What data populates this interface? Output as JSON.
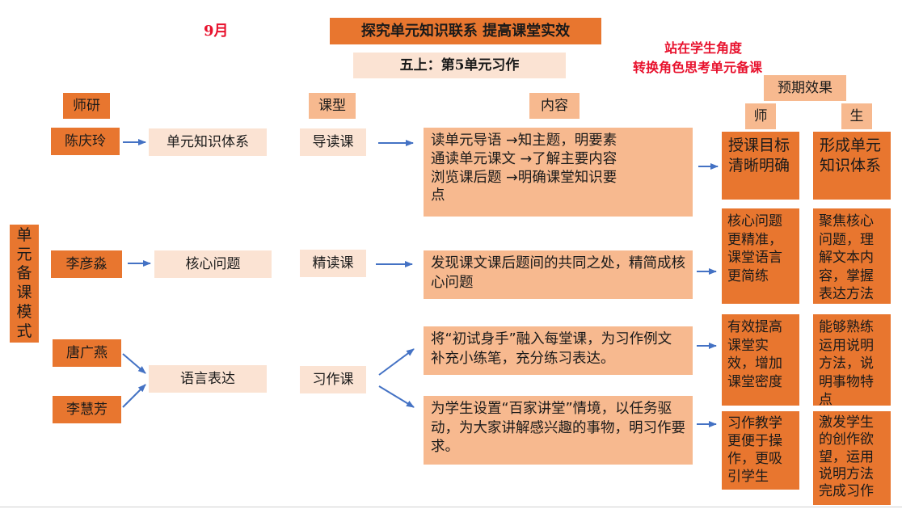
{
  "header": {
    "month": "9月",
    "title": "探究单元知识联系 提高课堂实效",
    "subtitle": "五上：第5单元习作",
    "slogan_line1": "站在学生角度",
    "slogan_line2": "转换角色思考单元备课"
  },
  "column_headers": {
    "teacher_research": "师研",
    "lesson_type": "课型",
    "content": "内容",
    "expected_effect": "预期效果",
    "teacher": "师",
    "student": "生"
  },
  "left_label": "单元备课模式",
  "teachers": {
    "t1": "陈庆玲",
    "t2": "李彦淼",
    "t3": "唐广燕",
    "t4": "李慧芳"
  },
  "topics": {
    "t1": "单元知识体系",
    "t2": "核心问题",
    "t3": "语言表达"
  },
  "lesson_types": {
    "l1": "导读课",
    "l2": "精读课",
    "l3": "习作课"
  },
  "content": {
    "c1_lines": [
      "读单元导语 →知主题，明要素",
      "通读单元课文 →了解主要内容",
      "浏览课后题 →明确课堂知识要",
      "点"
    ],
    "c2": "发现课文课后题间的共同之处，精简成核心问题",
    "c3": "将“初试身手”融入每堂课，为习作例文补充小练笔，充分练习表达。",
    "c4": "为学生设置“百家讲堂”情境，以任务驱动，为大家讲解感兴趣的事物，明习作要求。"
  },
  "teacher_effects": {
    "e1": "授课目标清晰明确",
    "e2": "核心问题更精准，课堂语言更简练",
    "e3": "有效提高课堂实效，增加课堂密度",
    "e4": "习作教学更便于操作，更吸引学生"
  },
  "student_effects": {
    "s1": "形成单元知识体系",
    "s2": "聚焦核心问题，理解文本内容，掌握表达方法",
    "s3": "能够熟练运用说明方法，说明事物特点",
    "s4": "激发学生的创作欲望，运用说明方法完成习作"
  },
  "colors": {
    "dark_orange": "#E8762F",
    "light_peach": "#FBE3D3",
    "mid_orange": "#F7B98F",
    "accent_red": "#E8112D",
    "arrow_blue": "#4472C4"
  }
}
